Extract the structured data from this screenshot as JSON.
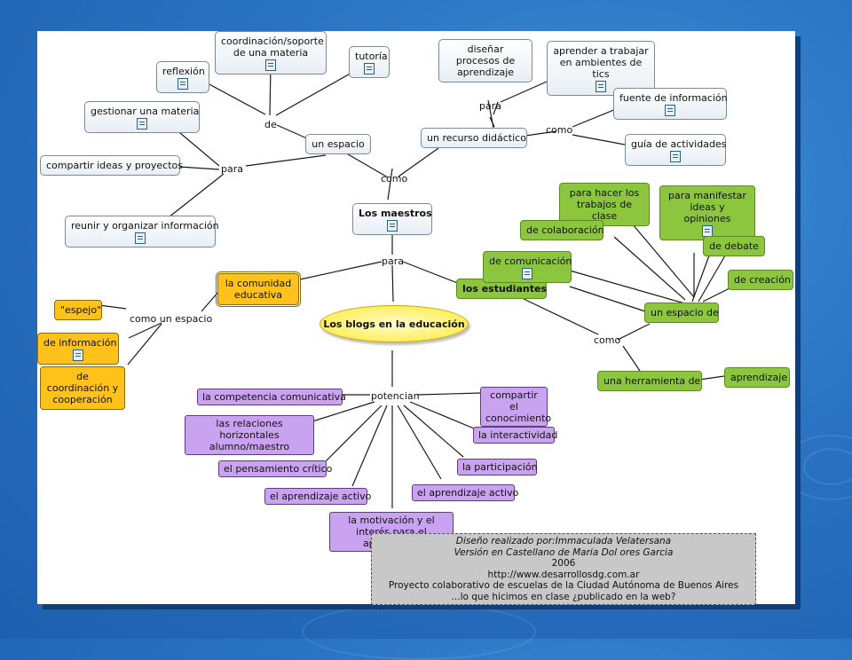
{
  "center": "Los blogs en la educación",
  "teachers": {
    "title": "Los maestros",
    "como": "como",
    "para": "para",
    "space": {
      "label": "un espacio",
      "de": "de",
      "para": "para",
      "de_items": [
        "reflexión",
        "coordinación/soporte de una materia",
        "tutoría"
      ],
      "para_items": [
        "gestionar una materia",
        "compartir ideas y proyectos",
        "reunir y organizar información"
      ]
    },
    "resource": {
      "label": "un recurso didáctico",
      "para": "para",
      "como": "como",
      "para_items": [
        "diseñar procesos de aprendizaje",
        "aprender a trabajar en ambientes de tics"
      ],
      "como_items": [
        "fuente de información",
        "guía de actividades"
      ]
    }
  },
  "community": {
    "label": "la comunidad educativa",
    "como": "como un espacio",
    "items": [
      "\"espejo\"",
      "de información",
      "de coordinación y cooperación"
    ]
  },
  "students": {
    "label": "los estudiantes",
    "como": "como",
    "space": "un espacio de",
    "space_items": [
      "para hacer los trabajos de clase",
      "para manifestar ideas y opiniones",
      "de colaboración",
      "de debate",
      "de comunicación",
      "de creación"
    ],
    "tool": "una  herramienta de",
    "tool_item": "aprendizaje"
  },
  "potencian": {
    "label": "potencian",
    "items": [
      "la  competencia comunicativa",
      "las relaciones horizontales alumno/maestro",
      "el pensamiento crítico",
      "el aprendizaje activo",
      "la motivación y el interés para el aprendizaje",
      "el aprendizaje activo",
      "la participación",
      "la interactividad",
      "compartir el conocimiento"
    ]
  },
  "credits": {
    "line1": "Diseño realizado por:Immaculada Velatersana",
    "line2": "Versión en Castellano de Maria Dol ores Garcia",
    "line3": "2006",
    "line4": "http://www.desarrollosdg.com.ar",
    "line5": "Proyecto colaborativo de escuelas de la Ciudad Autónoma de Buenos Aires",
    "line6": "...lo que hicimos en clase ¿publicado en la web?"
  }
}
